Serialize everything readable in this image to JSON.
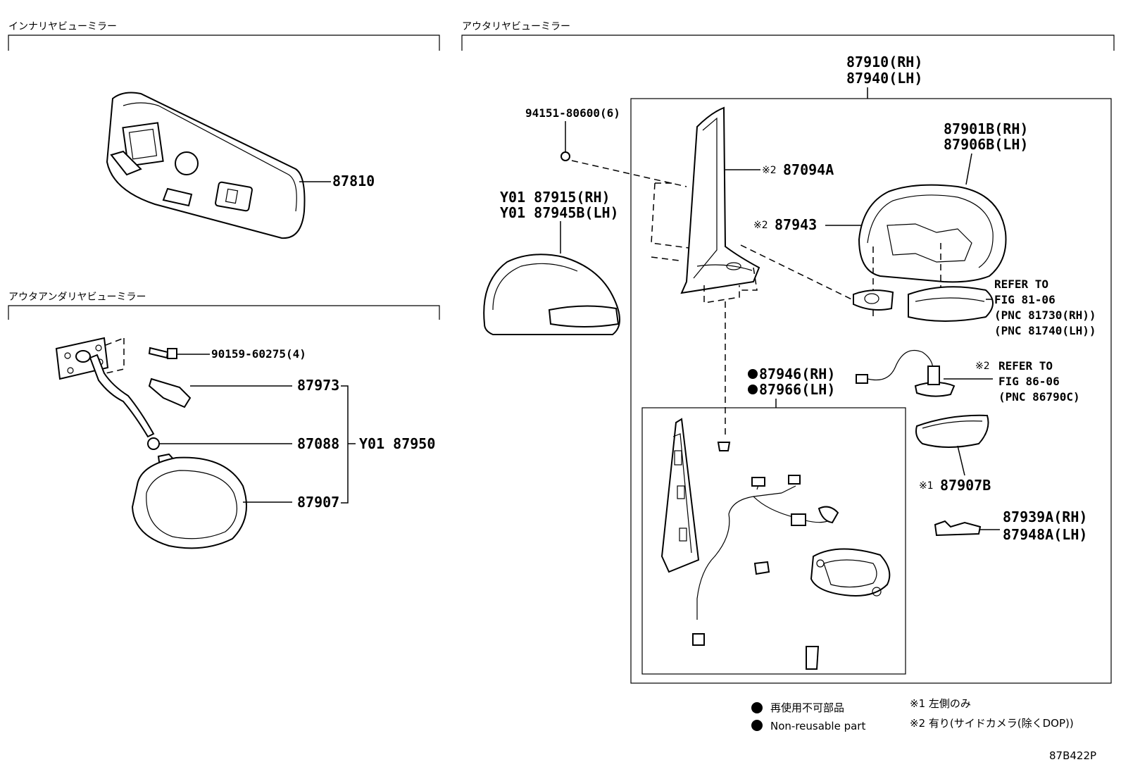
{
  "sections": {
    "inner_mirror": "インナリヤビューミラー",
    "outer_under_mirror": "アウタアンダリヤビューミラー",
    "outer_mirror": "アウタリヤビューミラー"
  },
  "parts": {
    "p87810": "87810",
    "p90159": "90159-60275(4)",
    "p87973": "87973",
    "p87088": "87088",
    "p87907": "87907",
    "assy87950": "Y01 87950",
    "p87910": "87910(RH)",
    "p87940": "87940(LH)",
    "p94151": "94151-80600(6)",
    "p87915": "Y01 87915(RH)",
    "p87945": "Y01 87945B(LH)",
    "p87094": "87094A",
    "p87943": "87943",
    "p87901": "87901B(RH)",
    "p87906": "87906B(LH)",
    "ref1_a": "REFER TO",
    "ref1_b": "FIG 81-06",
    "ref1_c": "(PNC 81730(RH))",
    "ref1_d": "(PNC 81740(LH))",
    "p87946": "87946(RH)",
    "p87966": "87966(LH)",
    "ref2_a": "REFER TO",
    "ref2_b": "FIG 86-06",
    "ref2_c": "(PNC 86790C)",
    "p87907b": "87907B",
    "p87939": "87939A(RH)",
    "p87948": "87948A(LH)",
    "mark1": "※1",
    "mark2": "※2"
  },
  "legend": {
    "jp": "再使用不可部品",
    "en": "Non-reusable part",
    "note1": "※1 左側のみ",
    "note2": "※2 有り(サイドカメラ(除くDOP))"
  },
  "figure_code": "87B422P",
  "icons": [
    "non-reusable-dot-icon"
  ]
}
